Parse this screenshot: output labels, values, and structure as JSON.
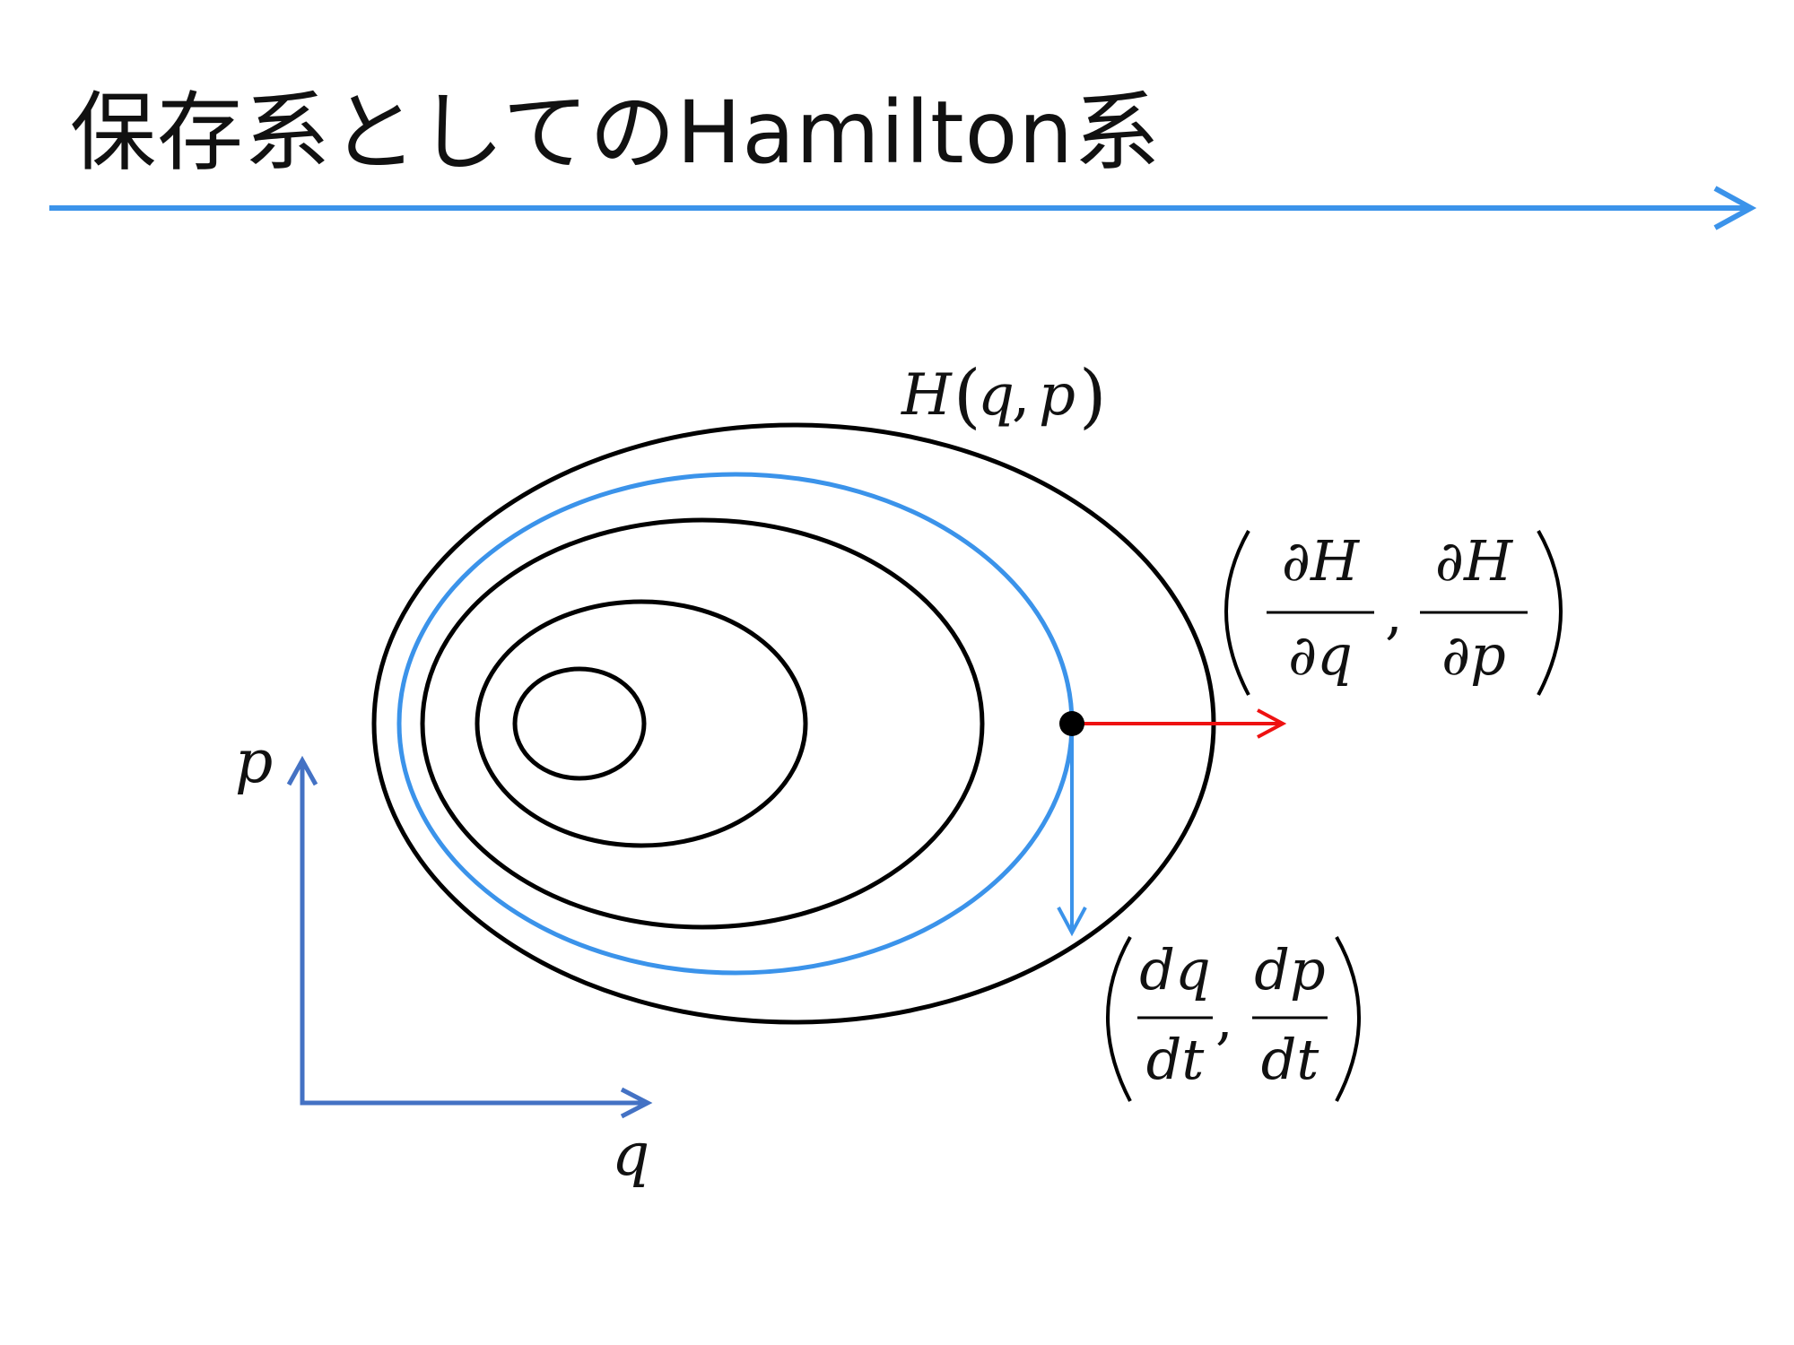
{
  "slide": {
    "title": "保存系としてのHamilton系"
  },
  "colors": {
    "accent": "#3b93ea",
    "axis": "#4472c4",
    "contour": "#000000",
    "gradient_arrow": "#ee1111",
    "point": "#000000"
  },
  "diagram": {
    "hamiltonian": {
      "func": "H",
      "open": "(",
      "arg1": "q",
      "comma": ",",
      "arg2": "p",
      "close": ")"
    },
    "gradient": {
      "num1": "∂H",
      "den1": "∂q",
      "comma": ",",
      "num2": "∂H",
      "den2": "∂p"
    },
    "velocity": {
      "num1": "dq",
      "den1": "dt",
      "comma": ",",
      "num2": "dp",
      "den2": "dt"
    },
    "axes": {
      "x_label": "q",
      "y_label": "p"
    }
  }
}
